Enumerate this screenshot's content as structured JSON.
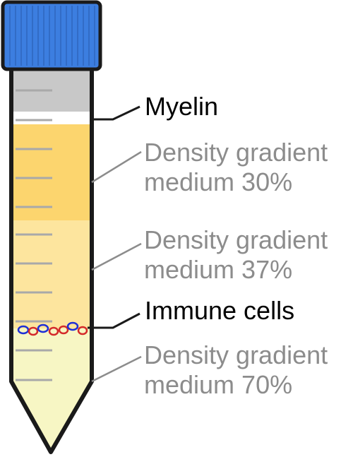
{
  "labels": {
    "myelin": "Myelin",
    "medium30_line1": "Density gradient",
    "medium30_line2": "medium 30%",
    "medium37_line1": "Density gradient",
    "medium37_line2": "medium 37%",
    "immune_cells": "Immune cells",
    "medium70_line1": "Density gradient",
    "medium70_line2": "medium 70%"
  },
  "colors": {
    "cap": "#3c7ee0",
    "cap_outline": "#1a1a1a",
    "neck": "#c8c8c8",
    "myelin_layer": "#ffffff",
    "layer_30": "#fcd56e",
    "layer_37": "#fde59e",
    "layer_70": "#f7f6c4",
    "tube_outline": "#1a1a1a",
    "graduation": "#a9a9a9",
    "label_dark": "#000000",
    "label_grey": "#8c8c8c",
    "leader_grey": "#8c8c8c",
    "cell_red": "#d42a2a",
    "cell_blue": "#1e2fd6"
  },
  "icons": {
    "tube": "centrifuge-tube-icon",
    "cell": "cell-circle-icon"
  }
}
